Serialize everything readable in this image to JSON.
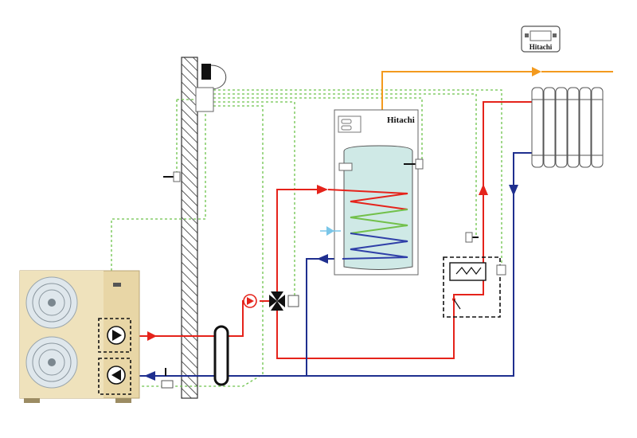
{
  "colors": {
    "flow_hot": "#e5231b",
    "flow_return": "#1f2f8f",
    "dhw": "#f39a1e",
    "control_wire": "#6cc24a",
    "wall_hatch": "#333333",
    "outdoor_unit": "#e8d6a6",
    "tank_fill": "#cfe9e6"
  },
  "thermostat": {
    "brand": "Hitachi",
    "icon": "room-thermostat-icon"
  },
  "dhw_tank": {
    "brand": "Hitachi",
    "icon": "water-tank-icon"
  },
  "components": [
    {
      "name": "outdoor-heat-pump-unit",
      "icon": "heat-pump-icon"
    },
    {
      "name": "primary-pump",
      "icon": "pump-icon"
    },
    {
      "name": "secondary-pump",
      "icon": "pump-icon"
    },
    {
      "name": "hydraulic-separator",
      "icon": "separator-icon"
    },
    {
      "name": "circulation-pump",
      "icon": "pump-icon"
    },
    {
      "name": "three-way-valve",
      "icon": "valve-icon"
    },
    {
      "name": "electric-heater",
      "icon": "heater-icon"
    },
    {
      "name": "radiator",
      "icon": "radiator-icon"
    },
    {
      "name": "indoor-control-box",
      "icon": "controller-icon"
    }
  ]
}
